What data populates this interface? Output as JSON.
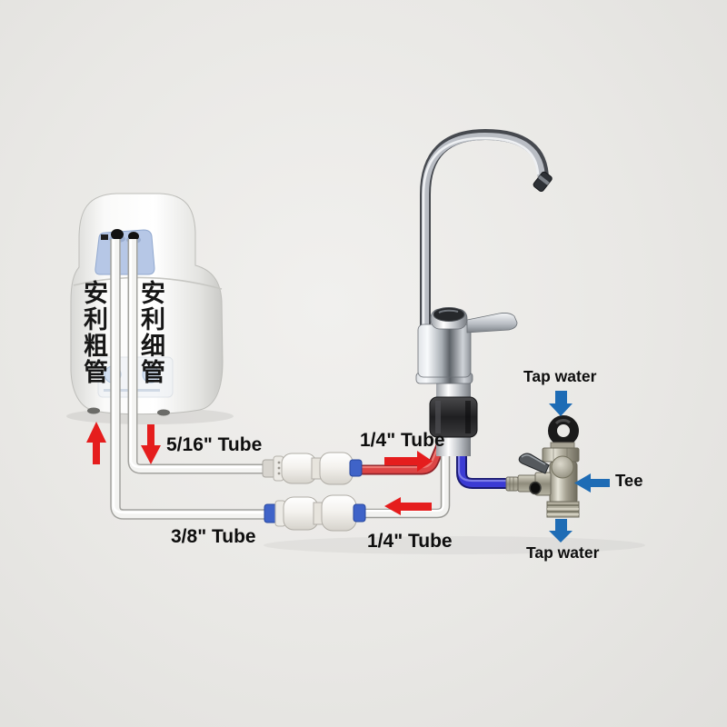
{
  "labels": {
    "unit_left": "安利粗管",
    "unit_right": "安利细管",
    "tube_5_16": "5/16\" Tube",
    "tube_3_8": "3/8\" Tube",
    "tube_1_4_top": "1/4\" Tube",
    "tube_1_4_bottom": "1/4\" Tube",
    "tap_water_top": "Tap water",
    "tap_water_bottom": "Tap water",
    "tee": "Tee"
  },
  "colors": {
    "arrow-red": "#e51d1d",
    "arrow-blue": "#1e6cb5",
    "tube-red-core": "#dc4545",
    "tube-red-edge": "#8e2026",
    "tube-blue-core": "#3b3bd4",
    "tube-blue-edge": "#1a1a72",
    "collet-blue": "#3f63c8"
  }
}
